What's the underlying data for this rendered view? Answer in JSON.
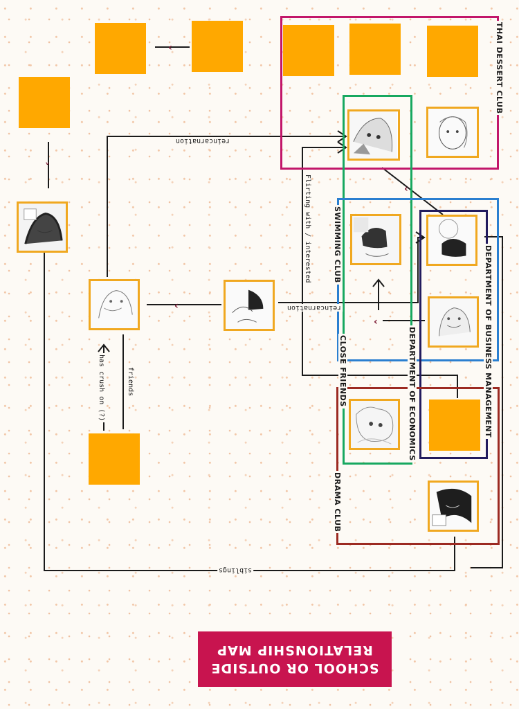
{
  "title": {
    "line1": "SCHOOL OR OUTSIDE",
    "line2": "RELATIONSHIP MAP"
  },
  "groups": {
    "thai_dessert_club": "THAI DESSERT CLUB",
    "swimming_club": "SWIMMING CLUB",
    "department_of_business_management": "DEPARTMENT OF BUSINESS MANAGEMENT",
    "close_friends": "CLOSE FRIENDS",
    "department_of_economics": "DEPARTMENT OF ECONOMICS",
    "drama_club": "DRAMA CLUB"
  },
  "relations": {
    "reincarnation_top": "reincarnation",
    "reincarnation_mid": "reincarnation",
    "flirting": "Flirting with / interested",
    "friends": "friends",
    "has_crush_on": "has crush on (?)",
    "siblings": "siblings"
  },
  "colors": {
    "thai_dessert_club": "#c2166a",
    "swimming_club": "#2a7fd0",
    "department_of_business_management": "#221b5e",
    "close_friends": "#17a860",
    "drama_club": "#9c2a22",
    "placeholder": "#ffa800",
    "heart": "#7a1530",
    "title_card": "#c8144f"
  }
}
